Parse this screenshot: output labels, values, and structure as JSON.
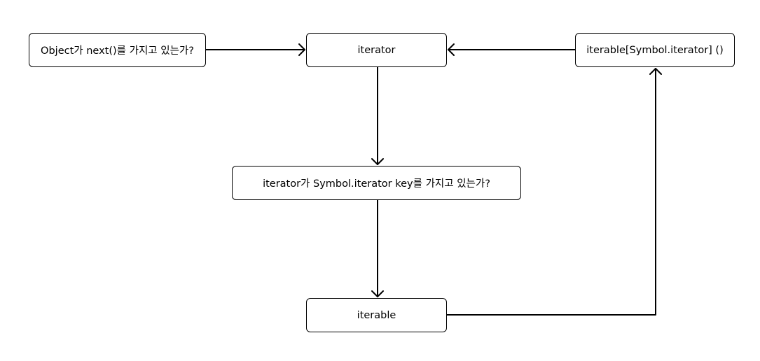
{
  "diagram": {
    "nodes": {
      "object_check": "Object가 next()를 가지고 있는가?",
      "iterator": "iterator",
      "symbol_iterator_call": "iterable[Symbol.iterator] ()",
      "symbol_check": "iterator가 Symbol.iterator key를 가지고 있는가?",
      "iterable": "iterable"
    },
    "edges": [
      {
        "from": "object_check",
        "to": "iterator"
      },
      {
        "from": "symbol_iterator_call",
        "to": "iterator"
      },
      {
        "from": "iterator",
        "to": "symbol_check"
      },
      {
        "from": "symbol_check",
        "to": "iterable"
      },
      {
        "from": "iterable",
        "to": "symbol_iterator_call"
      }
    ],
    "colors": {
      "line": "#000000",
      "node_border": "#000000",
      "background": "#ffffff"
    }
  }
}
